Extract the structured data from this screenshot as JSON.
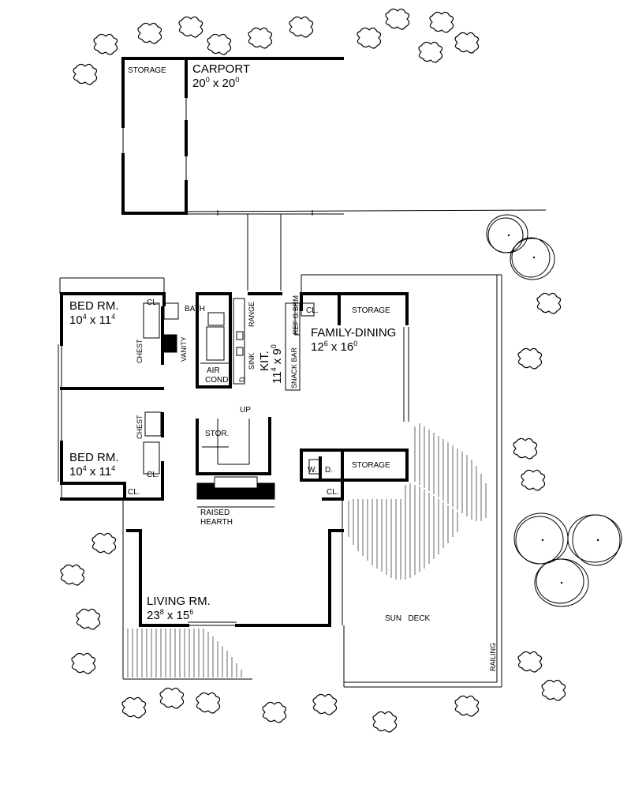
{
  "rooms": {
    "carport": {
      "name": "CARPORT",
      "w": "20",
      "w_sup": "0",
      "x": "x",
      "h": "20",
      "h_sup": "0"
    },
    "carport_storage": {
      "name": "STORAGE"
    },
    "bed_rm_1": {
      "name": "BED RM.",
      "w": "10",
      "w_sup": "4",
      "x": "x",
      "h": "11",
      "h_sup": "4"
    },
    "bed_rm_2": {
      "name": "BED RM.",
      "w": "10",
      "w_sup": "4",
      "x": "x",
      "h": "11",
      "h_sup": "4"
    },
    "kitchen": {
      "name": "KIT.",
      "w": "11",
      "w_sup": "4",
      "x": "x",
      "h": "9",
      "h_sup": "0"
    },
    "family_dining": {
      "name": "FAMILY-DINING",
      "w": "12",
      "w_sup": "6",
      "x": "x",
      "h": "16",
      "h_sup": "0"
    },
    "living_rm": {
      "name": "LIVING RM.",
      "w": "23",
      "w_sup": "8",
      "x": "x",
      "h": "15",
      "h_sup": "6"
    }
  },
  "labels": {
    "cl_bed1": "CL.",
    "bath": "BATH",
    "vanity": "VANITY",
    "chest_1": "CHEST",
    "chest_2": "CHEST",
    "air_cond_1": "AIR",
    "air_cond_2": "COND",
    "range": "RANGE",
    "sink": "SINK",
    "dw": "D.",
    "brm": "BRM",
    "refg": "REF G.",
    "snack_bar": "SNACK BAR",
    "cl_family": "CL.",
    "storage_family": "STORAGE",
    "up": "UP",
    "stor": "STOR.",
    "cl_bed2_side": "CL.",
    "cl_bed2_bottom": "CL.",
    "washer": "W.",
    "dryer": "D.",
    "storage_lower": "STORAGE",
    "cl_lower": "CL.",
    "raised_hearth_1": "RAISED",
    "raised_hearth_2": "HEARTH",
    "sun_deck": "SUN   DECK",
    "railing": "RAILING"
  },
  "colors": {
    "ink": "#000000",
    "paper": "#ffffff"
  }
}
